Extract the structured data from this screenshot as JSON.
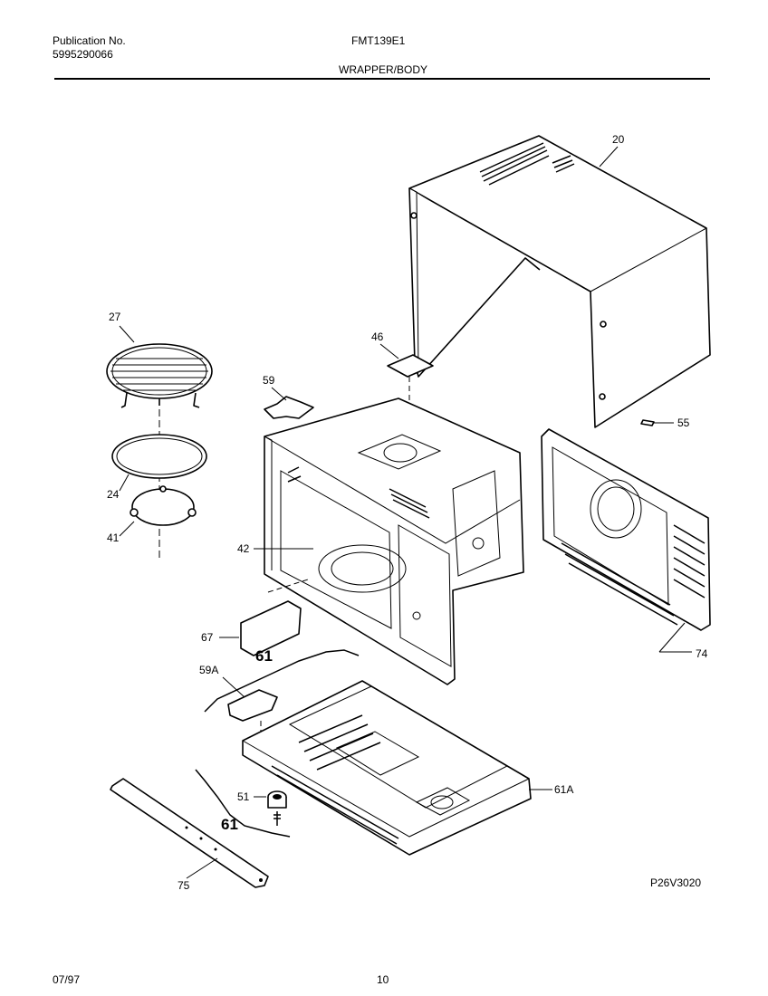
{
  "header": {
    "publication_label": "Publication No.",
    "publication_number": "5995290066",
    "model": "FMT139E1",
    "section": "WRAPPER/BODY"
  },
  "callouts": {
    "wrapper": "20",
    "rack": "27",
    "cover": "46",
    "bracket_top": "59",
    "screw": "55",
    "ring": "24",
    "roller": "41",
    "cavity": "42",
    "door": "74",
    "plate": "67",
    "harness_top": "61",
    "bracket_bottom": "59A",
    "foot": "51",
    "harness_bottom": "61",
    "base": "61A",
    "strip": "75"
  },
  "footer": {
    "date": "07/97",
    "page": "10",
    "diagram_code": "P26V3020"
  }
}
